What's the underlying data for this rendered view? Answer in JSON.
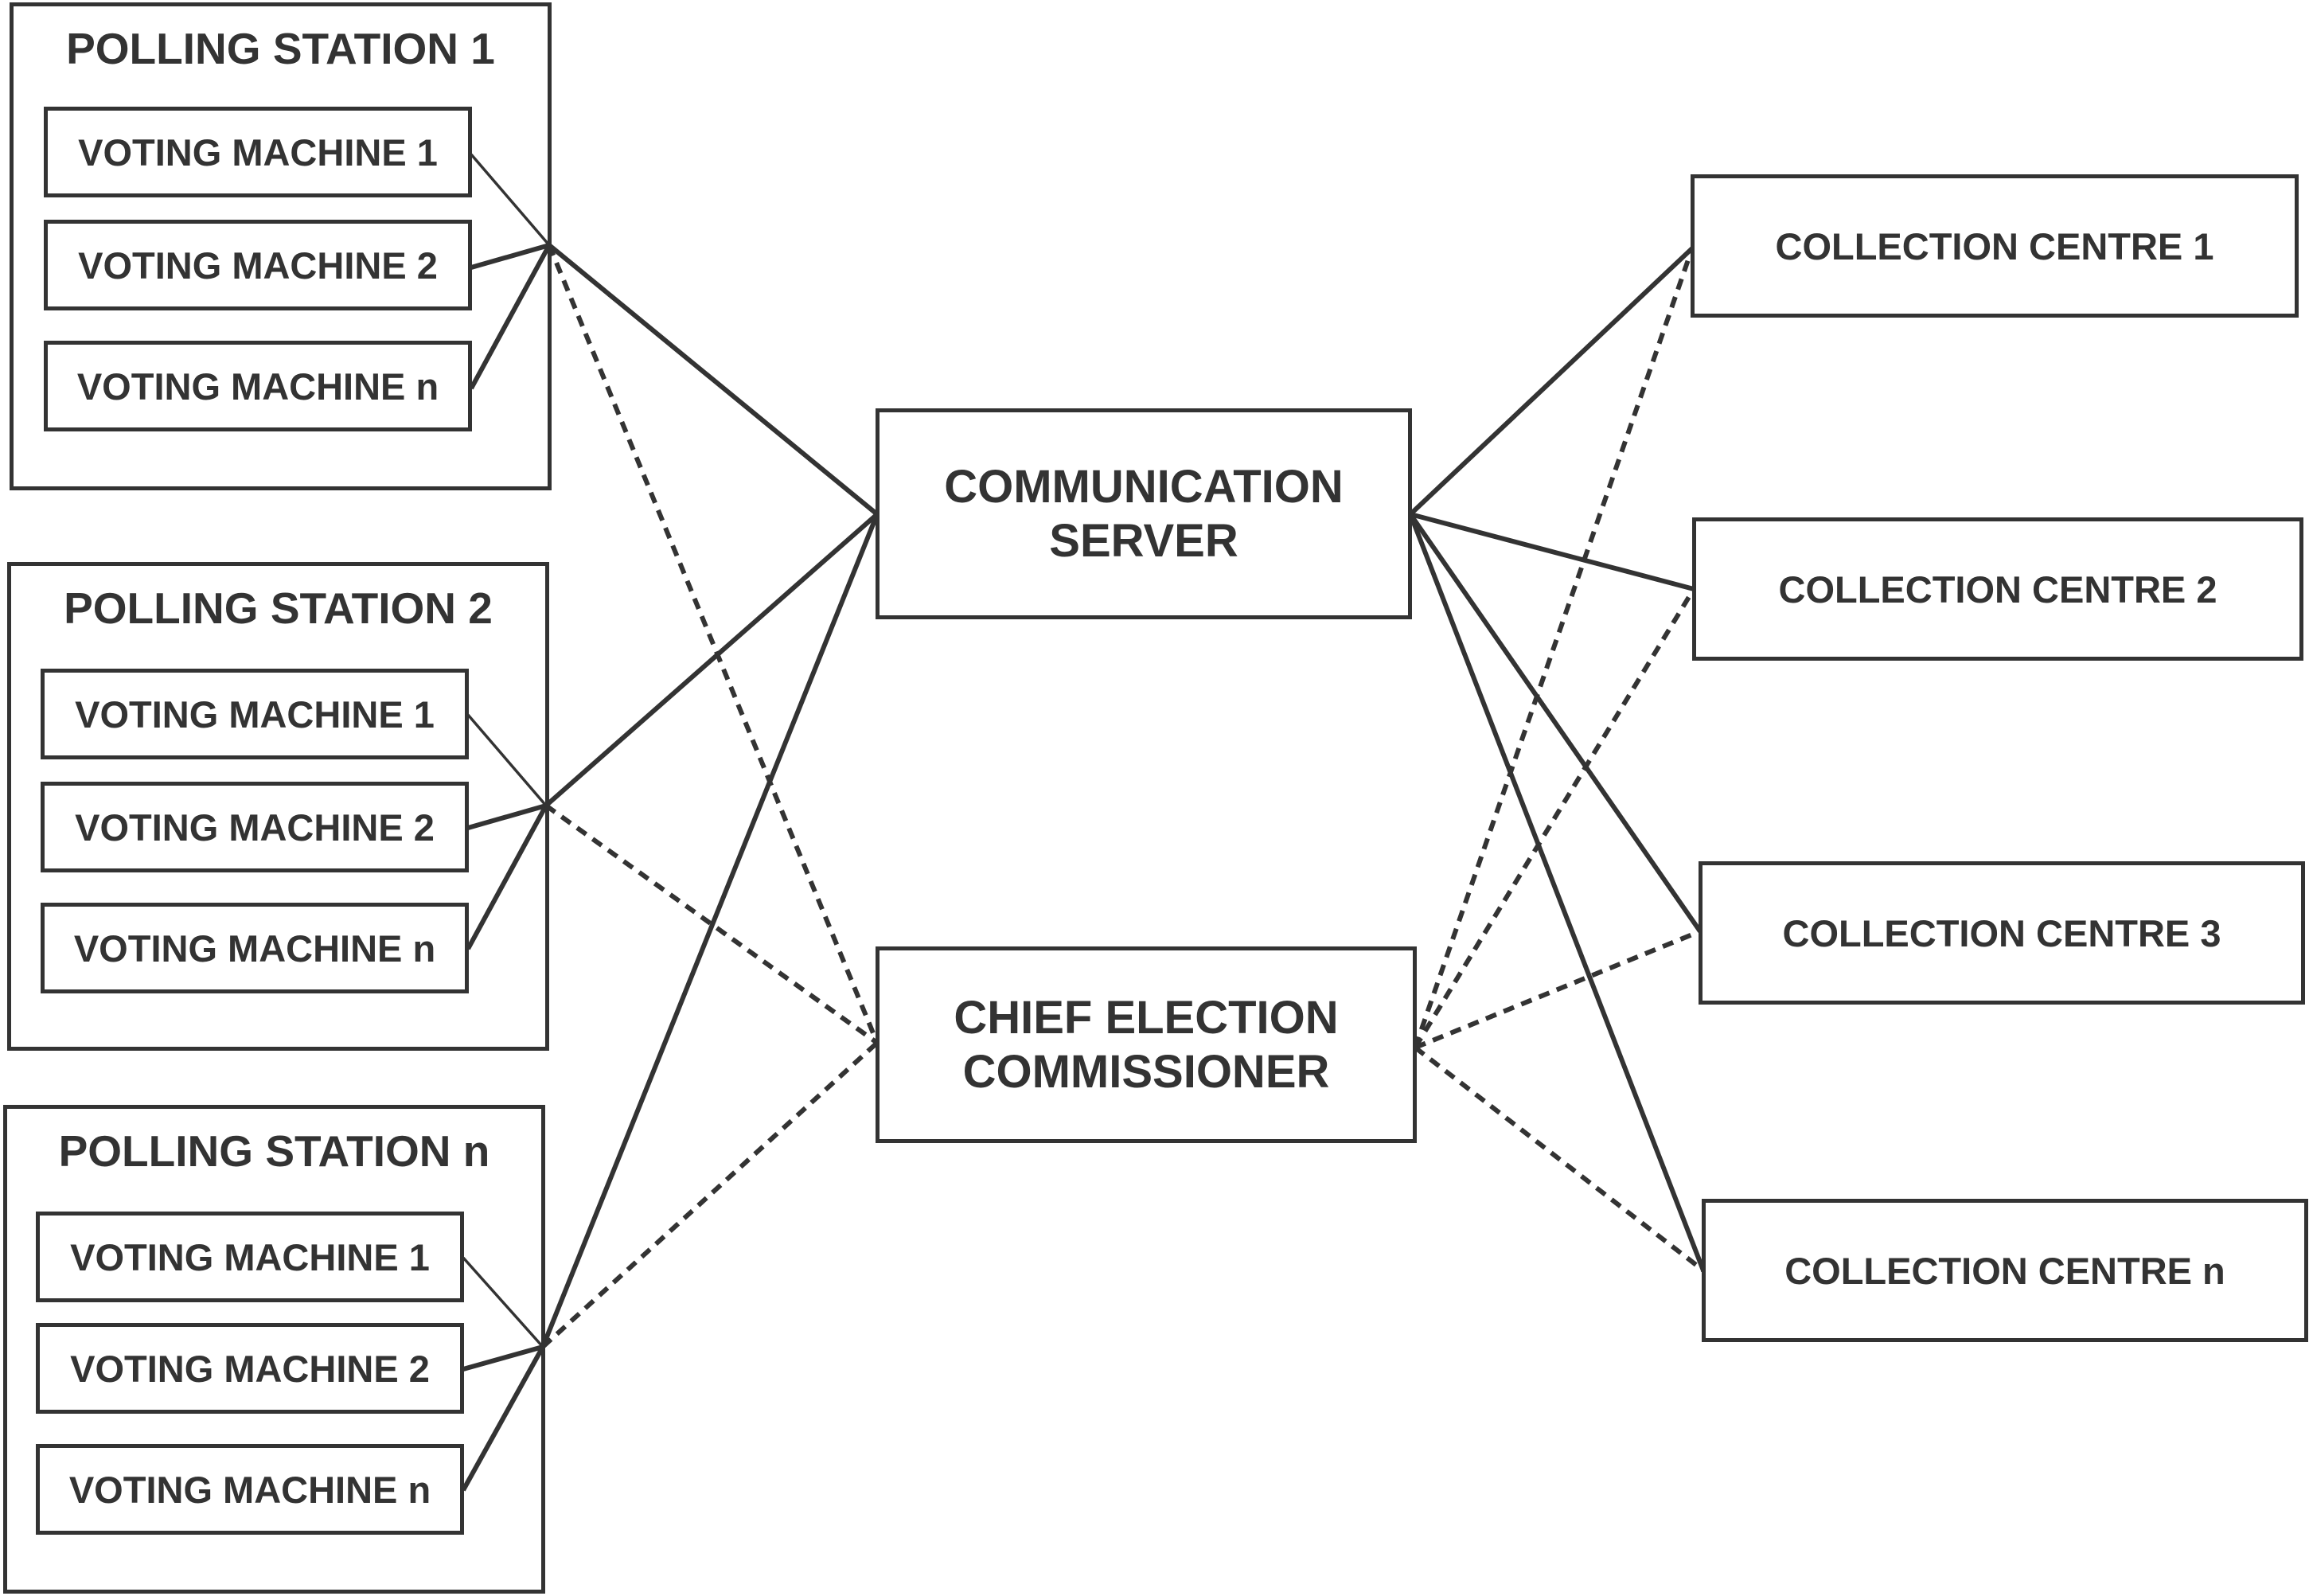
{
  "polling_stations": [
    {
      "title": "POLLING STATION 1",
      "machines": [
        "VOTING MACHINE 1",
        "VOTING MACHINE 2",
        "VOTING MACHINE n"
      ]
    },
    {
      "title": "POLLING STATION 2",
      "machines": [
        "VOTING MACHINE 1",
        "VOTING MACHINE 2",
        "VOTING MACHINE n"
      ]
    },
    {
      "title": "POLLING STATION n",
      "machines": [
        "VOTING MACHINE 1",
        "VOTING MACHINE 2",
        "VOTING MACHINE n"
      ]
    }
  ],
  "communication_server": {
    "line1": "COMMUNICATION",
    "line2": "SERVER"
  },
  "chief_election_commissioner": {
    "line1": "CHIEF ELECTION",
    "line2": "COMMISSIONER"
  },
  "collection_centres": [
    "COLLECTION CENTRE 1",
    "COLLECTION CENTRE 2",
    "COLLECTION CENTRE 3",
    "COLLECTION CENTRE n"
  ]
}
